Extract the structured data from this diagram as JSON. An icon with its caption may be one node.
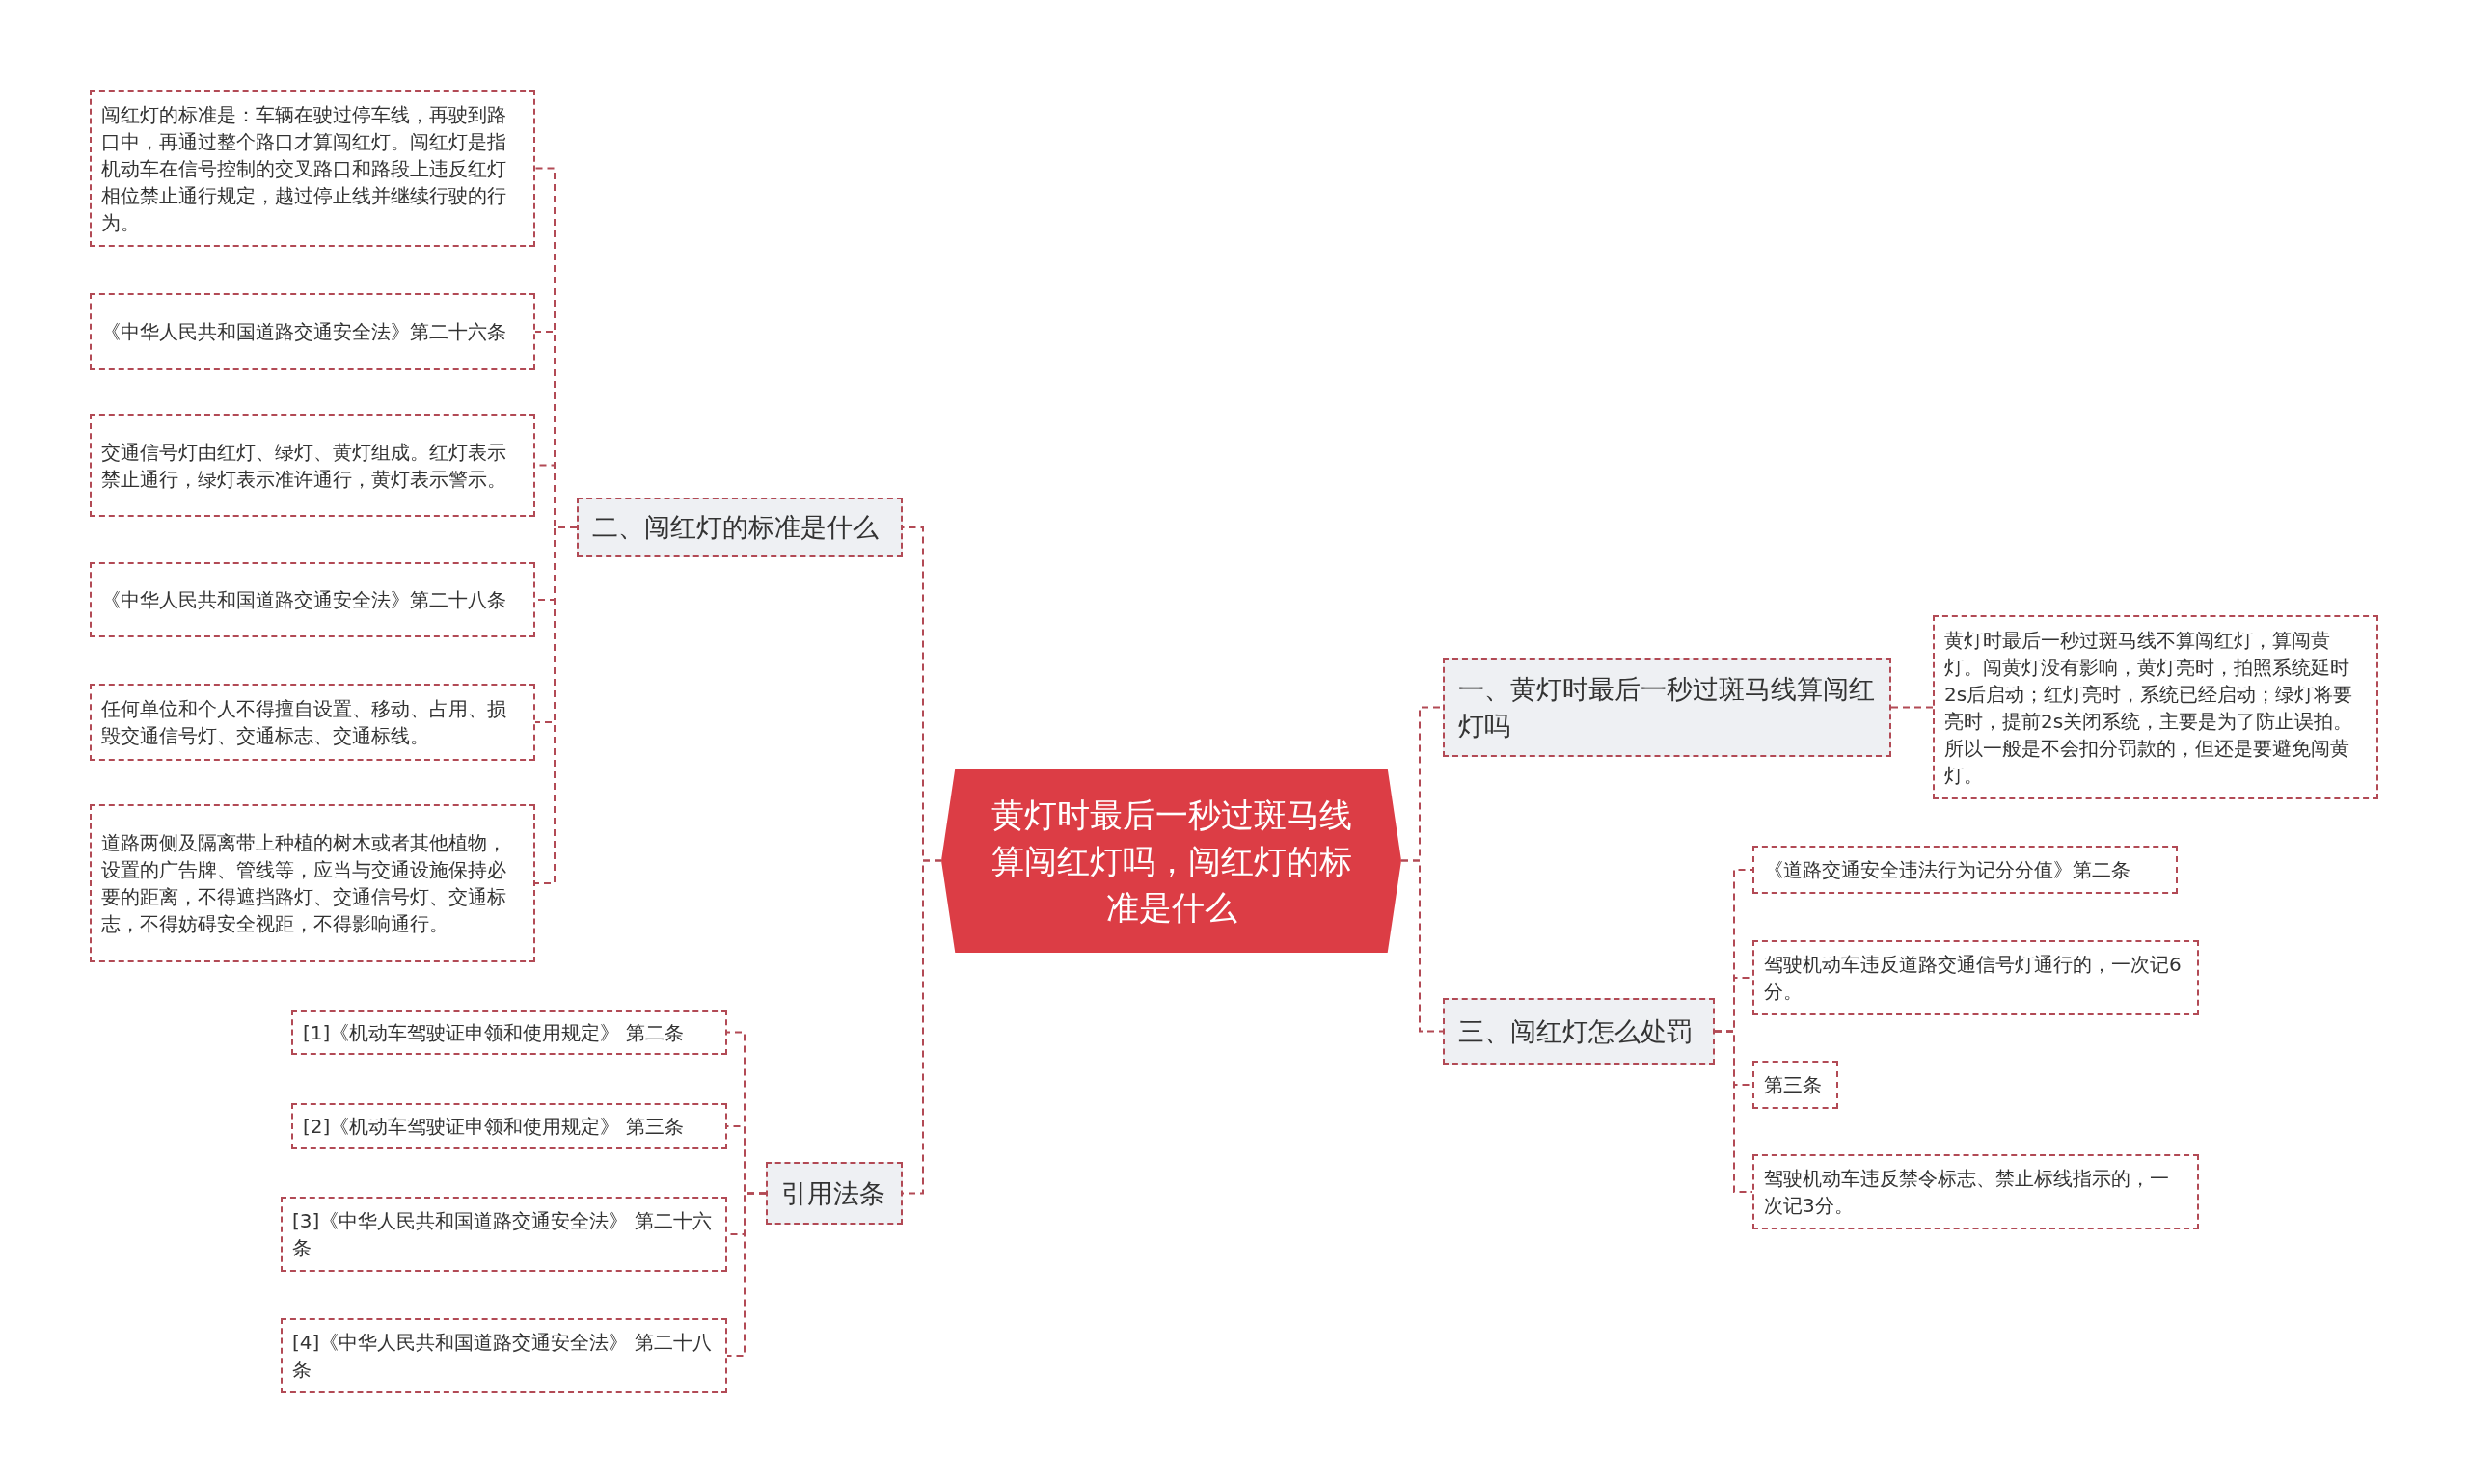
{
  "diagram": {
    "nodes": [
      {
        "text": [
          "黄灯时最后一秒过斑马线算闯红灯吗，闯红灯的标准是什么"
        ]
      },
      {
        "text": [
          "二、闯红灯的标准是什么"
        ]
      },
      {
        "text": [
          "闯红灯的标准是：车辆在驶过停车线，再驶到路口中，再通过整个路口才算闯红灯。闯红灯是指机动车在信号控制的交叉路口和路段上违反红灯相位禁止通行规定，越过停止线并继续行驶的行为。"
        ]
      },
      {
        "text": [
          "《中华人民共和国道路交通安全法》第二十六条"
        ]
      },
      {
        "text": [
          "交通信号灯由红灯、绿灯、黄灯组成。红灯表示禁止通行，绿灯表示准许通行，黄灯表示警示。"
        ]
      },
      {
        "text": [
          "《中华人民共和国道路交通安全法》第二十八条"
        ]
      },
      {
        "text": [
          "任何单位和个人不得擅自设置、移动、占用、损毁交通信号灯、交通标志、交通标线。"
        ]
      },
      {
        "text": [
          "道路两侧及隔离带上种植的树木或者其他植物，设置的广告牌、管线等，应当与交通设施保持必要的距离，不得遮挡路灯、交通信号灯、交通标志，不得妨碍安全视距，不得影响通行。"
        ]
      },
      {
        "text": [
          "引用法条"
        ]
      },
      {
        "text": [
          "[1]《机动车驾驶证申领和使用规定》 第二条"
        ]
      },
      {
        "text": [
          "[2]《机动车驾驶证申领和使用规定》 第三条"
        ]
      },
      {
        "text": [
          "[3]《中华人民共和国道路交通安全法》 第二十六条"
        ]
      },
      {
        "text": [
          "[4]《中华人民共和国道路交通安全法》 第二十八条"
        ]
      },
      {
        "text": [
          "一、黄灯时最后一秒过斑马线算闯红灯吗"
        ]
      },
      {
        "text": [
          "黄灯时最后一秒过斑马线不算闯红灯，算闯黄灯。闯黄灯没有影响，黄灯亮时，拍照系统延时2s后启动；红灯亮时，系统已经启动；绿灯将要亮时，提前2s关闭系统，主要是为了防止误拍。所以一般是不会扣分罚款的，但还是要避免闯黄灯。"
        ]
      },
      {
        "text": [
          "三、闯红灯怎么处罚"
        ]
      },
      {
        "text": [
          "《道路交通安全违法行为记分分值》第二条"
        ]
      },
      {
        "text": [
          "驾驶机动车违反道路交通信号灯通行的，一次记6分。"
        ]
      },
      {
        "text": [
          "第三条"
        ]
      },
      {
        "text": [
          "驾驶机动车违反禁令标志、禁止标线指示的，一次记3分。"
        ]
      }
    ],
    "edges": [
      {
        "from": 0,
        "to": 1,
        "arrow": "none"
      },
      {
        "from": 1,
        "to": 2,
        "arrow": "none"
      },
      {
        "from": 1,
        "to": 3,
        "arrow": "none"
      },
      {
        "from": 1,
        "to": 4,
        "arrow": "none"
      },
      {
        "from": 1,
        "to": 5,
        "arrow": "none"
      },
      {
        "from": 1,
        "to": 6,
        "arrow": "none"
      },
      {
        "from": 1,
        "to": 7,
        "arrow": "none"
      },
      {
        "from": 0,
        "to": 8,
        "arrow": "none"
      },
      {
        "from": 8,
        "to": 9,
        "arrow": "none"
      },
      {
        "from": 8,
        "to": 10,
        "arrow": "none"
      },
      {
        "from": 8,
        "to": 11,
        "arrow": "none"
      },
      {
        "from": 8,
        "to": 12,
        "arrow": "none"
      },
      {
        "from": 0,
        "to": 13,
        "arrow": "none"
      },
      {
        "from": 13,
        "to": 14,
        "arrow": "none"
      },
      {
        "from": 0,
        "to": 15,
        "arrow": "none"
      },
      {
        "from": 15,
        "to": 16,
        "arrow": "none"
      },
      {
        "from": 15,
        "to": 17,
        "arrow": "none"
      },
      {
        "from": 15,
        "to": 18,
        "arrow": "none"
      },
      {
        "from": 15,
        "to": 19,
        "arrow": "none"
      }
    ]
  }
}
